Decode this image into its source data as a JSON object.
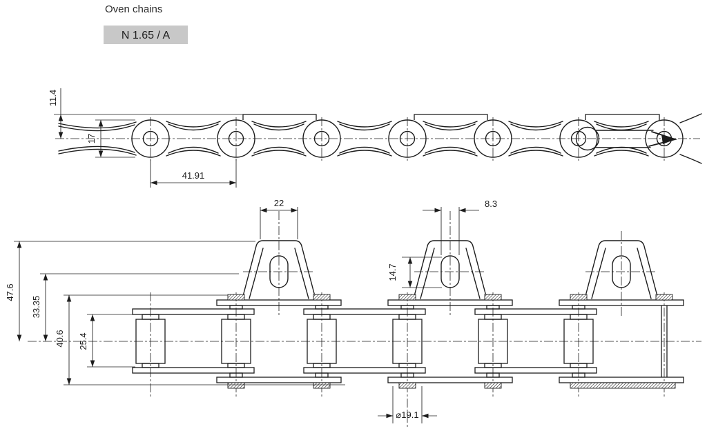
{
  "header": {
    "title": "Oven chains",
    "part_label": "N 1.65 / A"
  },
  "colors": {
    "line": "#1c1c1c",
    "background": "#ffffff",
    "label_box": "#c8c8c8"
  },
  "views": {
    "side": {
      "description": "chain side elevation",
      "dims": {
        "attachment_height": "11.4",
        "plate_height": "17",
        "pitch": "41.91"
      }
    },
    "plan": {
      "description": "chain front view with attachments",
      "dims": {
        "attachment_top_width": "22",
        "slot_width": "8.3",
        "slot_length": "14.7",
        "attachment_total_height": "47.6",
        "hole_center_height": "33.35",
        "width_over_plates": "40.6",
        "inner_width": "25.4",
        "roller_diameter": "⌀19.1"
      }
    }
  }
}
